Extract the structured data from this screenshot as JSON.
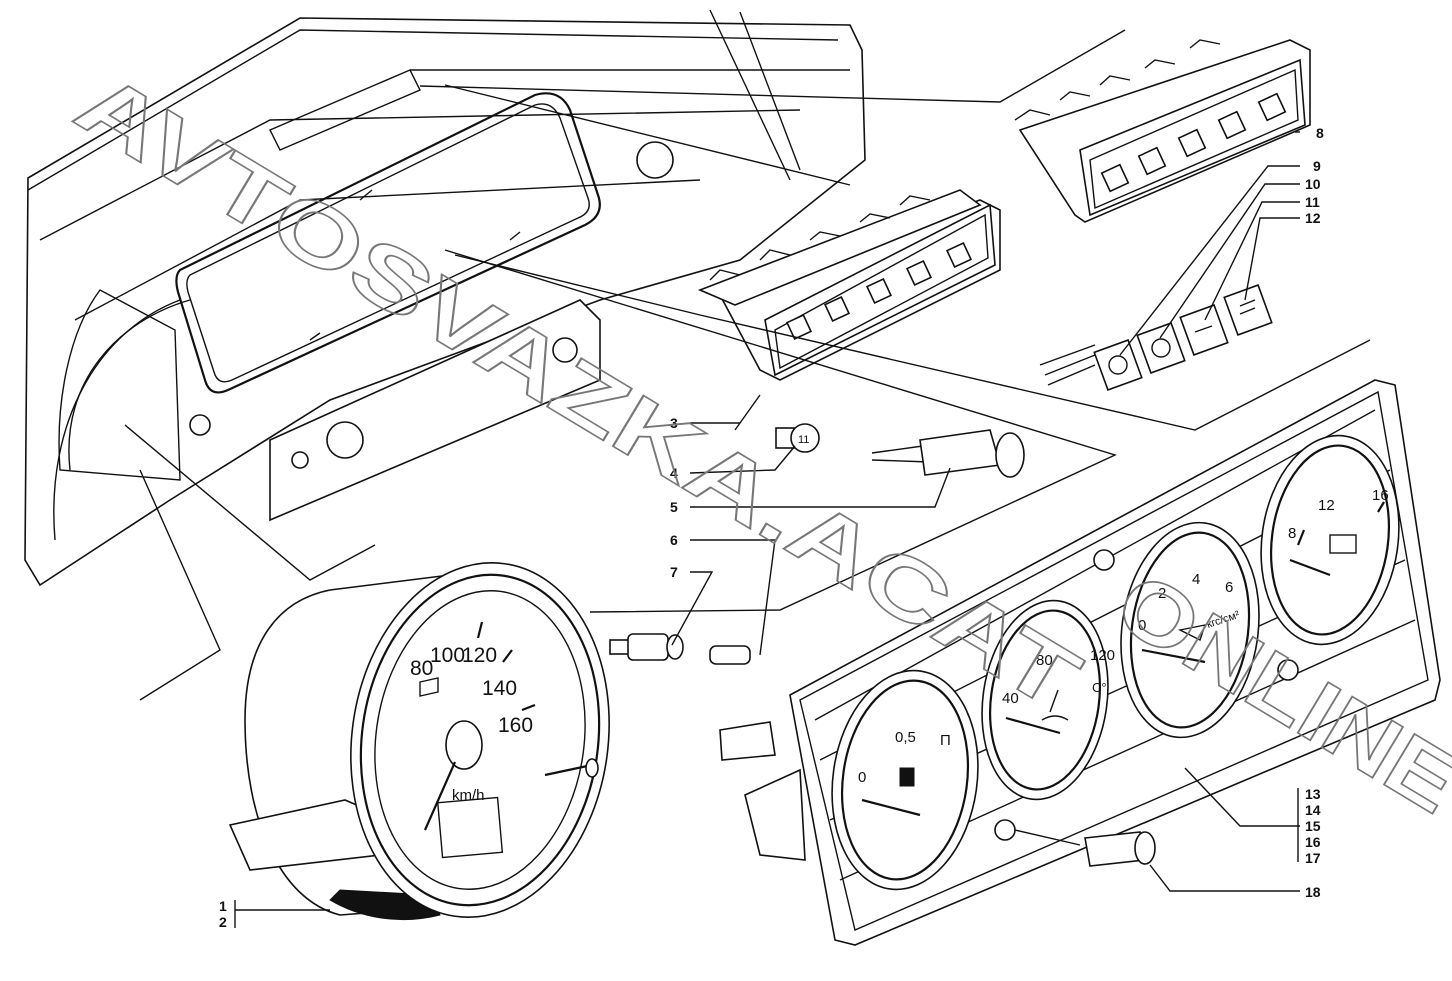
{
  "watermark": {
    "line1": "AVTOSVAZKA.ACAT",
    "line2": "ONLINE",
    "line3": "AVTOSVAZKA.ACAT.ONLINE"
  },
  "callouts": {
    "c1": "1",
    "c2": "2",
    "c3": "3",
    "c4": "4",
    "c5": "5",
    "c6": "6",
    "c7": "7",
    "c8": "8",
    "c9": "9",
    "c10": "10",
    "c11": "11",
    "c12": "12",
    "c13": "13",
    "c14": "14",
    "c15": "15",
    "c16": "16",
    "c17": "17",
    "c18": "18"
  },
  "speedometer": {
    "ticks": [
      "80",
      "100",
      "120",
      "140",
      "160"
    ],
    "unit": "km/h"
  },
  "gauges": {
    "fuel": {
      "t0": "0",
      "t1": "0,5",
      "t2": "П"
    },
    "temp": {
      "t0": "40",
      "t1": "80",
      "t2": "120",
      "unit": "C°"
    },
    "oil": {
      "t0": "0",
      "t1": "2",
      "t2": "4",
      "t3": "6",
      "unit": "кгс/см²"
    },
    "volt": {
      "t0": "8",
      "t1": "12",
      "t2": "16"
    }
  },
  "bulb_label": "11"
}
